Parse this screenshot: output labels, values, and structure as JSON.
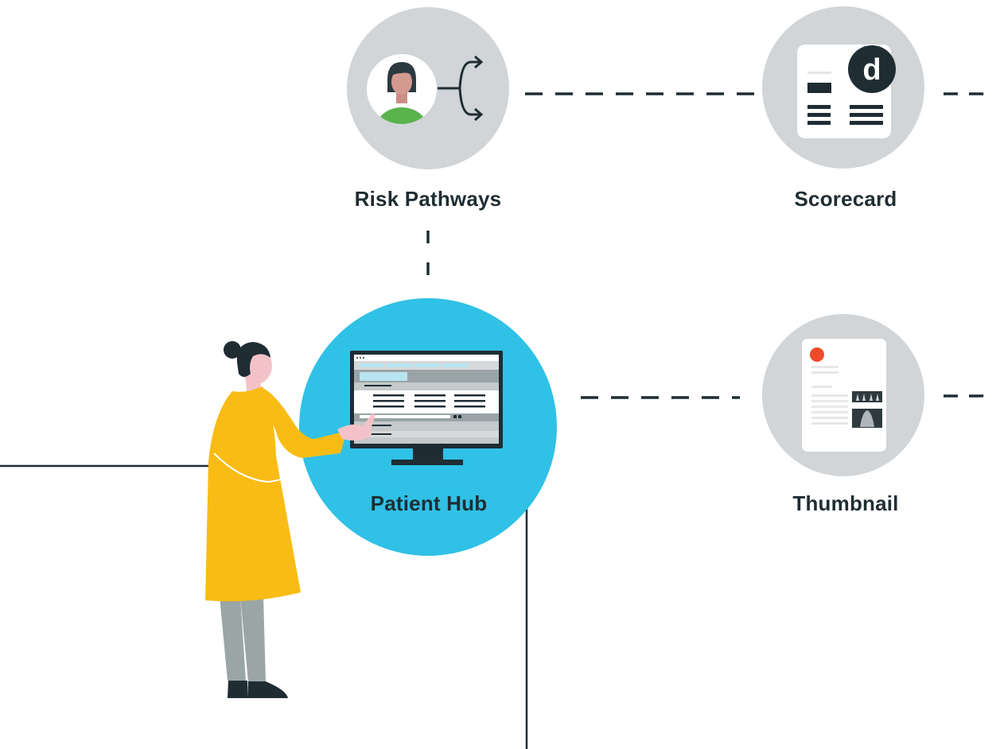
{
  "nodes": {
    "risk_pathways": {
      "label": "Risk Pathways"
    },
    "scorecard": {
      "label": "Scorecard",
      "badge": "d"
    },
    "patient_hub": {
      "label": "Patient Hub"
    },
    "thumbnail": {
      "label": "Thumbnail"
    }
  },
  "colors": {
    "node_grey": "#d1d5d7",
    "hub_blue": "#30c1e6",
    "ink": "#1f2d33",
    "coat_yellow": "#f9bc15",
    "pants_grey": "#9aa6a5",
    "skin": "#f3c2c9",
    "patient_green": "#5ab34c",
    "thumbnail_dot": "#ee4b2b"
  },
  "icons": {
    "risk_pathways": "patient-branch-icon",
    "scorecard": "scorecard-document-icon",
    "patient_hub": "monitor-icon",
    "thumbnail": "thumbnail-report-icon"
  }
}
